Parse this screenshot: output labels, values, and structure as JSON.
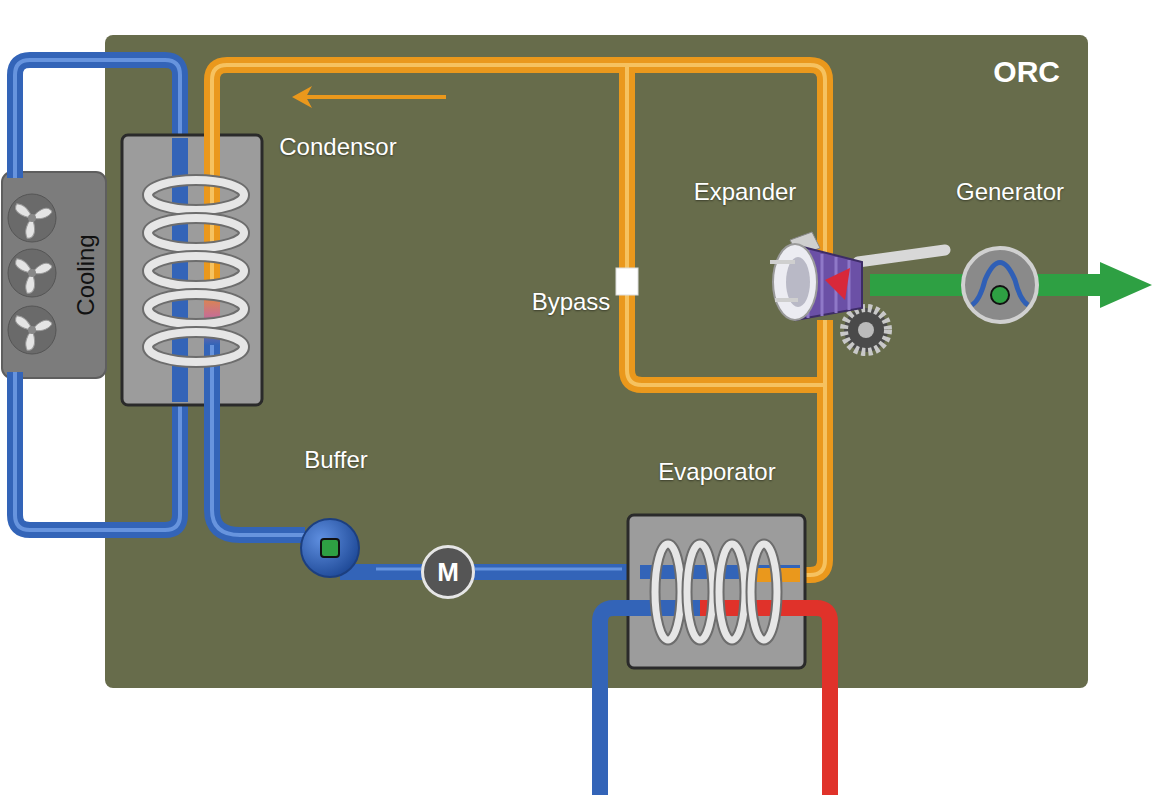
{
  "diagram": {
    "nodes": [
      {
        "text": [
          "ORC"
        ]
      },
      {
        "text": [
          "Cooling"
        ]
      },
      {
        "text": [
          "Buffer"
        ],
        "in": 0
      },
      {
        "text": [
          "M"
        ],
        "in": 0
      },
      {
        "text": [
          "Evaporator"
        ],
        "in": 0
      }
    ],
    "edges": [
      {
        "from": 2,
        "to": 3,
        "arrow": "none"
      },
      {
        "from": 3,
        "to": 4,
        "arrow": "none"
      }
    ],
    "labels": [
      "Condensor",
      "Expander",
      "Generator",
      "Bypass"
    ]
  }
}
